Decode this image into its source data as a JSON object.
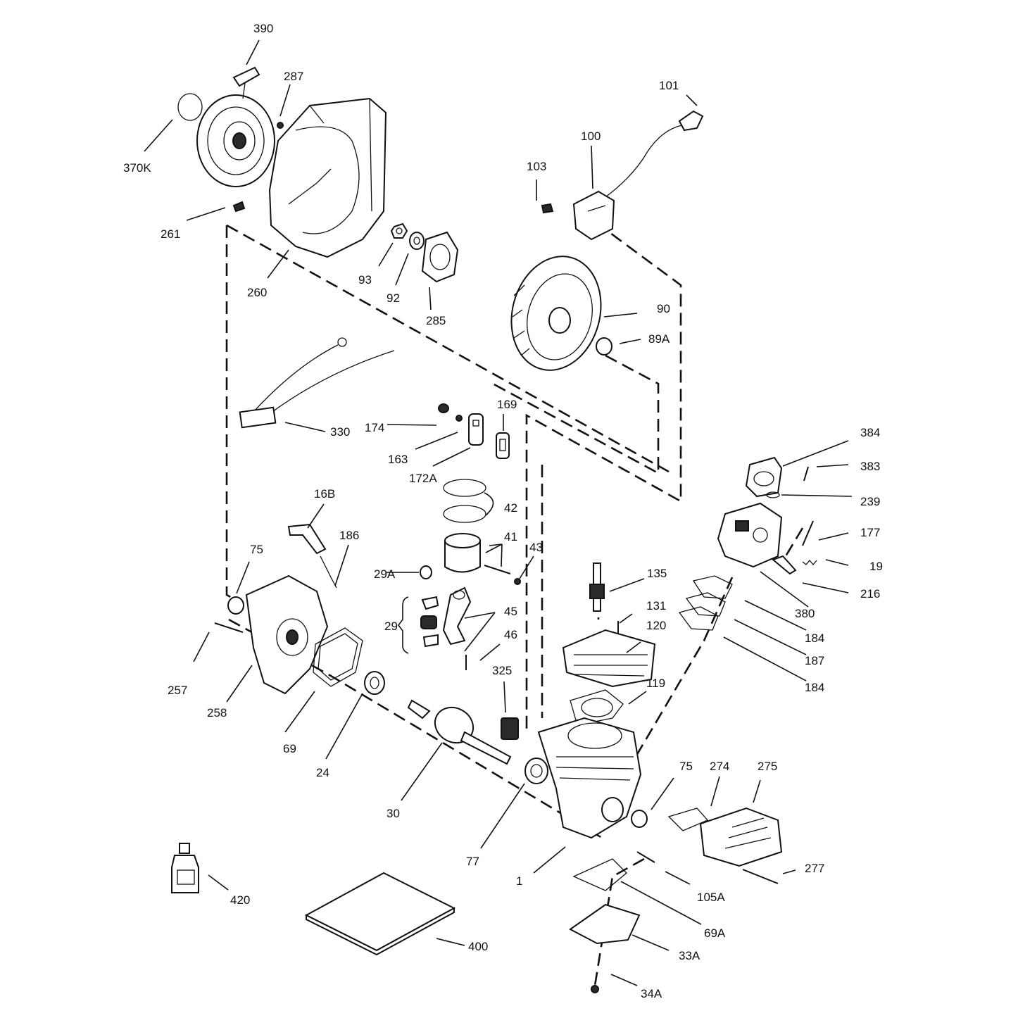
{
  "labels": {
    "l390": "390",
    "l287": "287",
    "l370K": "370K",
    "l261": "261",
    "l260": "260",
    "l93": "93",
    "l92": "92",
    "l285": "285",
    "l101": "101",
    "l100": "100",
    "l103": "103",
    "l90": "90",
    "l89A": "89A",
    "l330": "330",
    "l174": "174",
    "l169": "169",
    "l163": "163",
    "l172A": "172A",
    "l384": "384",
    "l383": "383",
    "l239": "239",
    "l42": "42",
    "l16B": "16B",
    "l41": "41",
    "l186": "186",
    "l75a": "75",
    "l43": "43",
    "l177": "177",
    "l29A": "29A",
    "l135": "135",
    "l19": "19",
    "l216": "216",
    "l380": "380",
    "l131": "131",
    "l45": "45",
    "l29": "29",
    "l120": "120",
    "l184a": "184",
    "l46": "46",
    "l187": "187",
    "l257": "257",
    "l325": "325",
    "l184b": "184",
    "l119": "119",
    "l258": "258",
    "l69": "69",
    "l24": "24",
    "l75b": "75",
    "l274": "274",
    "l275": "275",
    "l30": "30",
    "l77": "77",
    "l277": "277",
    "l1": "1",
    "l105A": "105A",
    "l420": "420",
    "l69A": "69A",
    "l400": "400",
    "l33A": "33A",
    "l34A": "34A"
  }
}
